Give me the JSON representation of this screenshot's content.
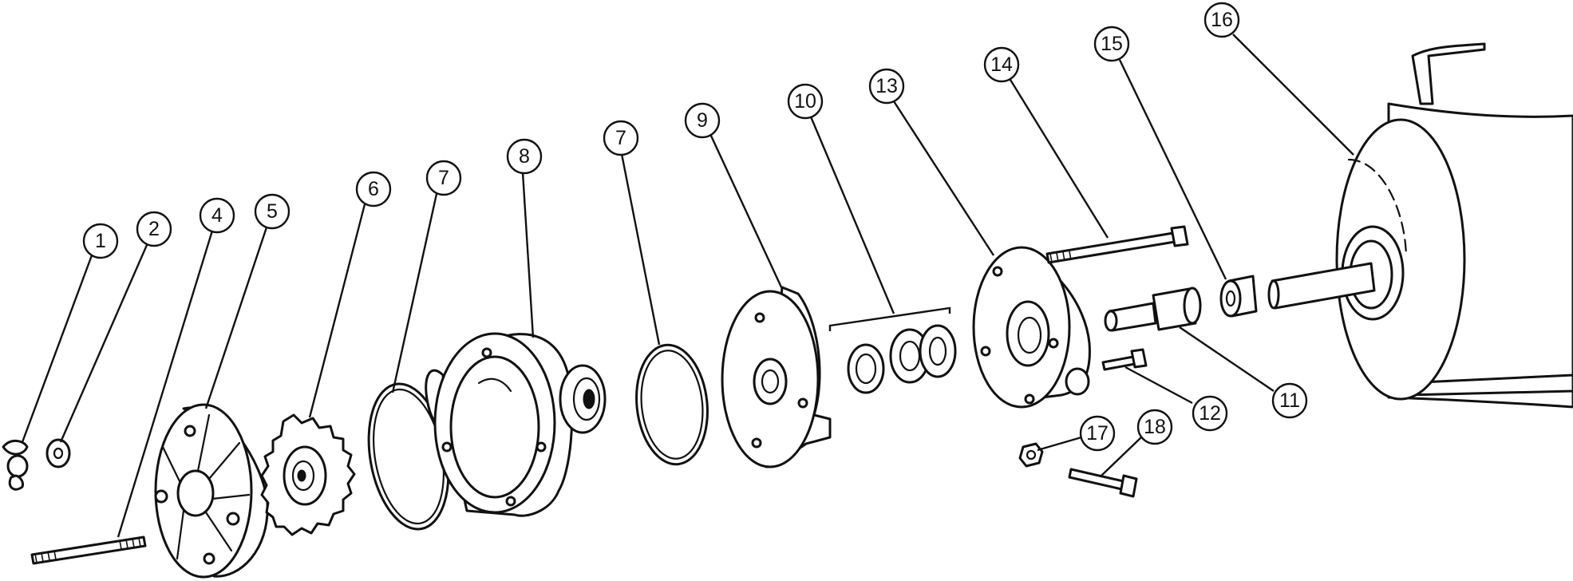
{
  "callouts": [
    "1",
    "2",
    "4",
    "5",
    "6",
    "7",
    "8",
    "7",
    "9",
    "10",
    "13",
    "14",
    "15",
    "16",
    "11",
    "12",
    "17",
    "18"
  ],
  "colors": {
    "ink": "#111111",
    "paper": "#ffffff"
  }
}
